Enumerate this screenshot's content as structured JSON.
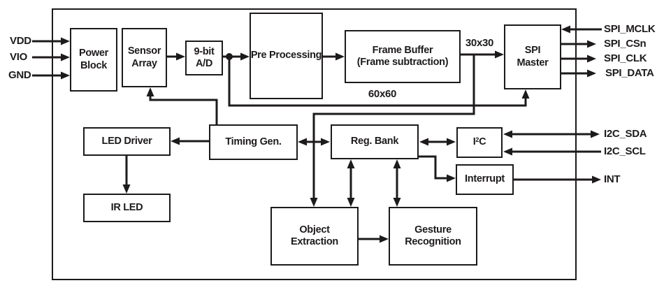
{
  "blocks": {
    "power": {
      "label": "Power Block"
    },
    "sensor": {
      "label": "Sensor Array"
    },
    "adc": {
      "label": "9-bit A/D"
    },
    "prep": {
      "label": "Pre Processing"
    },
    "frame_buffer": {
      "line1": "Frame Buffer",
      "line2": "(Frame subtraction)"
    },
    "spi": {
      "label": "SPI Master"
    },
    "led_driver": {
      "label": "LED Driver"
    },
    "ir_led": {
      "label": "IR LED"
    },
    "timing": {
      "label": "Timing Gen."
    },
    "reg_bank": {
      "label": "Reg. Bank"
    },
    "i2c": {
      "pre": "I",
      "sup": "2",
      "post": "C"
    },
    "interrupt": {
      "label": "Interrupt"
    },
    "object_extraction": {
      "label": "Object Extraction"
    },
    "gesture_recognition": {
      "label": "Gesture Recognition"
    }
  },
  "pins": {
    "vdd": "VDD",
    "vio": "VIO",
    "gnd": "GND",
    "spi_mclk": "SPI_MCLK",
    "spi_csn": "SPI_CSn",
    "spi_clk": "SPI_CLK",
    "spi_data": "SPI_DATA",
    "i2c_sda": "I2C_SDA",
    "i2c_scl": "I2C_SCL",
    "int": "INT"
  },
  "bus_labels": {
    "frame_out": "30x30",
    "raw_out": "60x60"
  },
  "colors": {
    "ink": "#1d1a1b",
    "background": "#ffffff"
  }
}
